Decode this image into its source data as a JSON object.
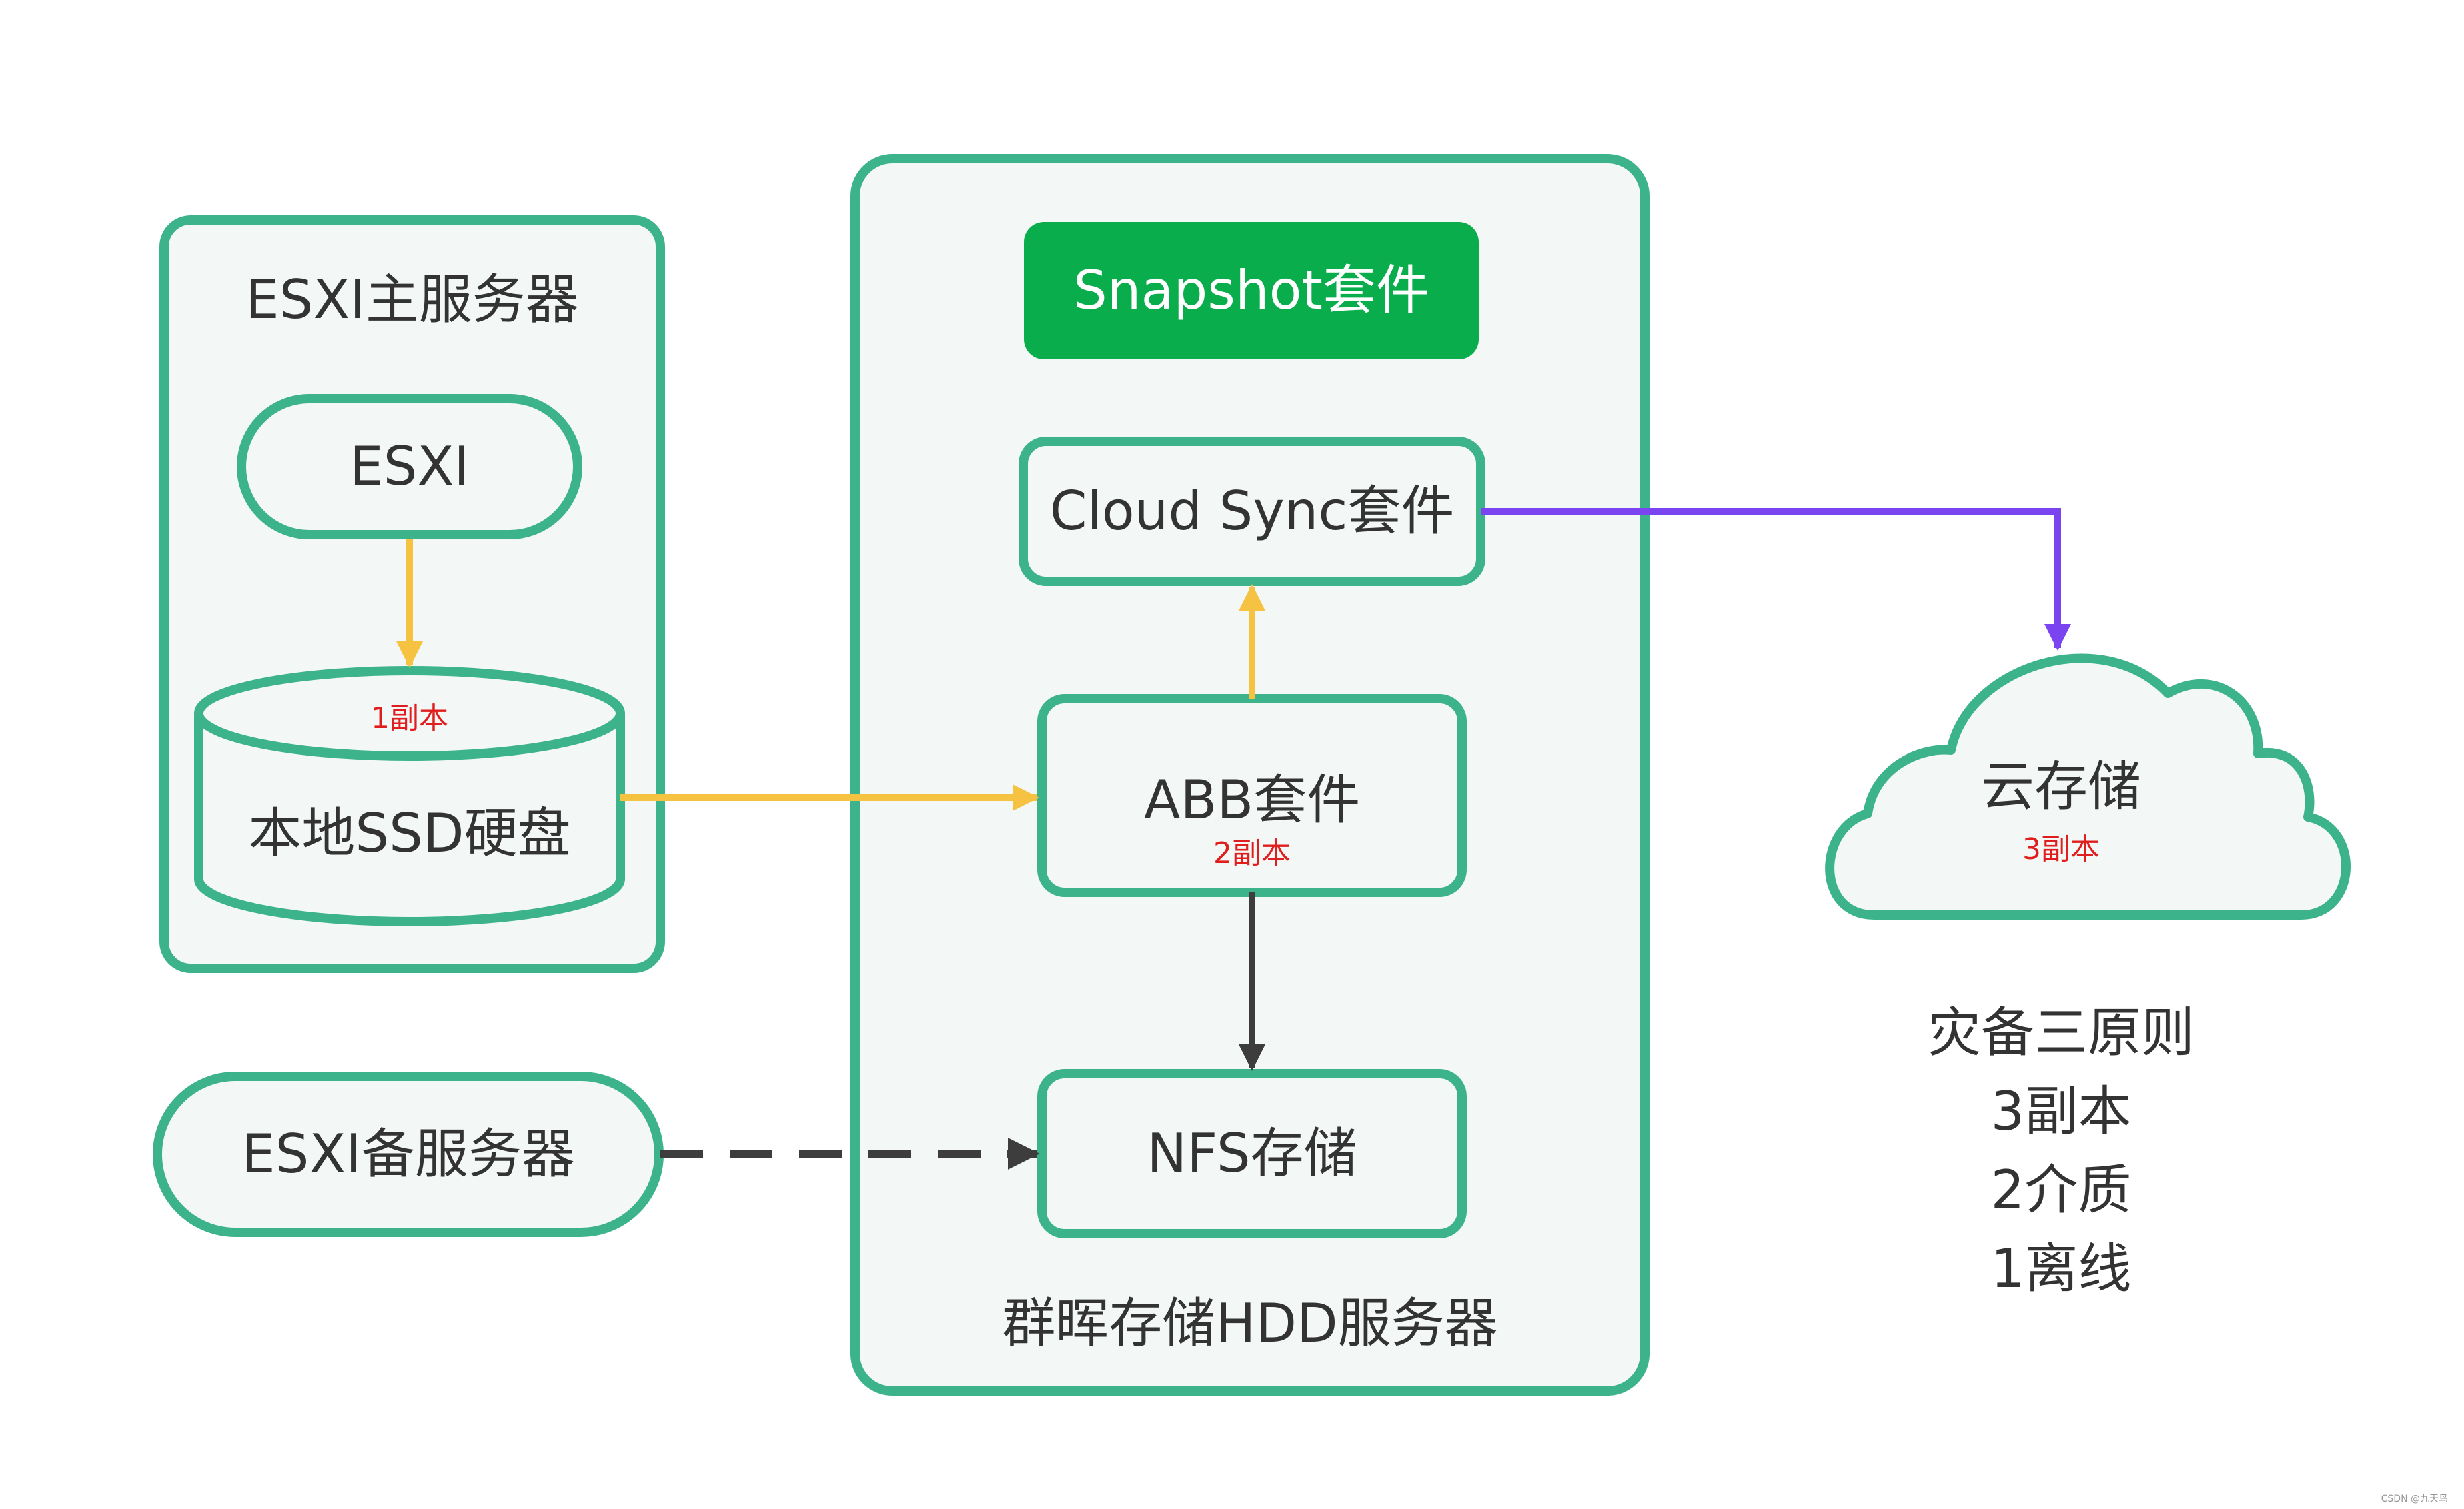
{
  "colors": {
    "box_stroke": "#3cb38b",
    "box_fill": "#f3f8f6",
    "accent_green": "#0aad4b",
    "arrow_yellow": "#f5c242",
    "arrow_purple": "#7a45f0",
    "arrow_dark": "#3d3d3d",
    "copy_label_red": "#e01e1e"
  },
  "primary_server": {
    "title": "ESXI主服务器",
    "esxi_label": "ESXI",
    "disk_label": "本地SSD硬盘",
    "disk_copy": "1副本"
  },
  "nas_server": {
    "title": "群晖存储HDD服务器",
    "snapshot_label": "Snapshot套件",
    "cloud_sync_label": "Cloud Sync套件",
    "abb_label": "ABB套件",
    "abb_copy": "2副本",
    "nfs_label": "NFS存储"
  },
  "backup_server": {
    "label": "ESXI备服务器"
  },
  "cloud": {
    "label": "云存储",
    "copy": "3副本"
  },
  "principles": {
    "title": "灾备三原则",
    "items": [
      "3副本",
      "2介质",
      "1离线"
    ]
  },
  "watermark": "CSDN @九天鸟"
}
